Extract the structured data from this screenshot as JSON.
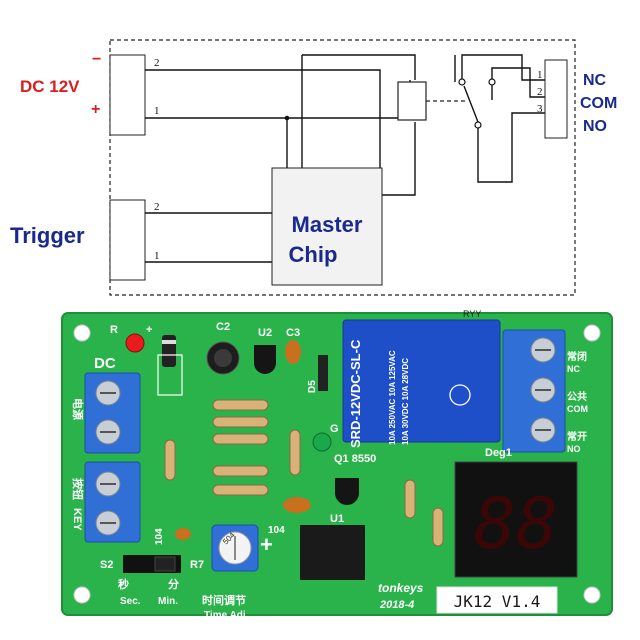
{
  "schematic": {
    "power_label": "DC 12V",
    "minus_sign": "−",
    "plus_sign": "+",
    "trigger_label": "Trigger",
    "chip_line1": "Master",
    "chip_line2": "Chip",
    "power_pin_top": "2",
    "power_pin_bottom": "1",
    "trigger_pin_top": "2",
    "trigger_pin_bottom": "1",
    "out_pins": [
      "1",
      "2",
      "3"
    ],
    "out_labels": [
      "NC",
      "COM",
      "NO"
    ]
  },
  "board": {
    "r_label": "R",
    "plus_mark": "+",
    "c2_label": "C2",
    "u2_label": "U2",
    "c3_label": "C3",
    "dc_label": "DC",
    "dc_cn": "电源",
    "key_cn": "按钮",
    "key_en": "KEY",
    "d5_label": "D5",
    "g_label": "G",
    "q1_label": "Q1 8550",
    "u1_label": "U1",
    "deg_label": "Deg1",
    "c104a": "104",
    "c104b": "104",
    "s2_label": "S2",
    "r7_label": "R7",
    "sec_cn": "秒",
    "min_cn": "分",
    "sec_en": "Sec.",
    "min_en": "Min.",
    "pot_marking": "504",
    "time_cn": "时间调节",
    "time_en": "Time Adj",
    "brand": "tonkeys",
    "date": "2018-4",
    "model": "JK12  V1.4",
    "ryy": "RYY",
    "relay_model": "SRD-12VDC-SL-C",
    "relay_rating1": "10A 250VAC  10A 125VAC",
    "relay_rating2": "10A  30VDC  10A 28VDC",
    "nc_cn": "常闭",
    "nc_en": "NC",
    "com_cn": "公共",
    "com_en": "COM",
    "no_cn": "常开",
    "no_en": "NO",
    "display_digits": "88"
  },
  "colors": {
    "pcb": "#29b34a",
    "terminal": "#2f6fd6",
    "relay": "#1f4fc8",
    "label_red": "#d81e1e",
    "label_blue": "#1a2a8c"
  }
}
